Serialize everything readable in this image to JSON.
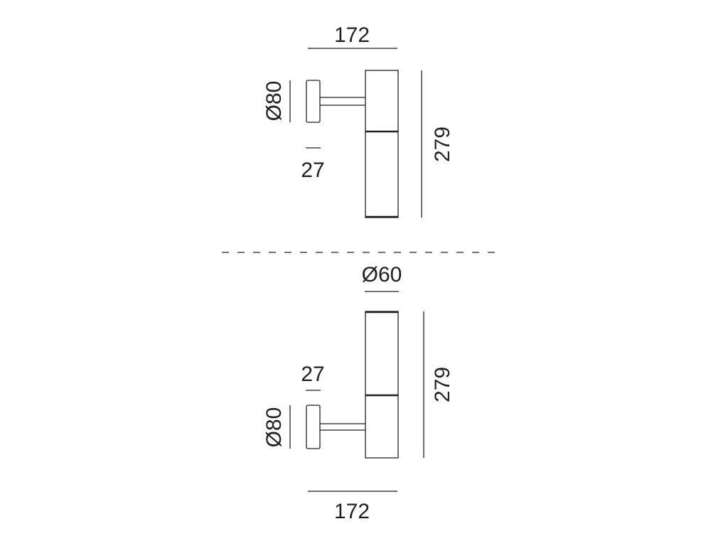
{
  "dimensions": {
    "top_view": {
      "width": "172",
      "mount_diameter": "Ø80",
      "mount_depth": "27",
      "height": "279"
    },
    "bottom_view": {
      "body_diameter": "Ø60",
      "mount_depth": "27",
      "mount_diameter": "Ø80",
      "height": "279",
      "width": "172"
    }
  }
}
